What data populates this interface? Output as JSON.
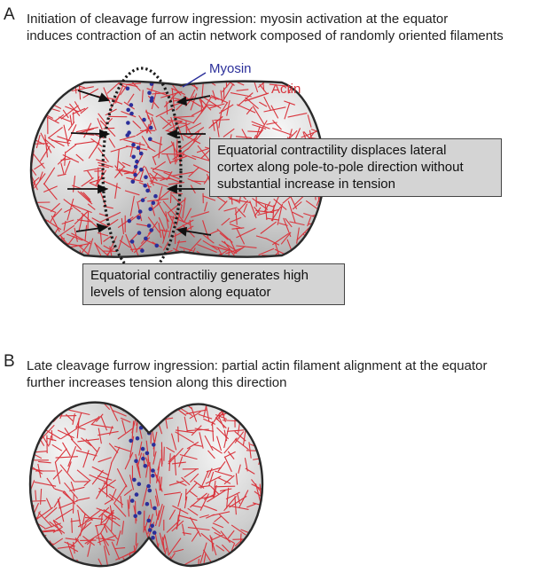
{
  "panel_a": {
    "letter": "A",
    "caption_lines": [
      "Initiation of cleavage furrow ingression: myosin activation at the equator",
      "induces contraction of an actin network composed of randomly oriented filaments"
    ],
    "label_myosin": "Myosin",
    "label_actin": "Actin",
    "callout_right_lines": [
      "Equatorial contractility displaces lateral",
      "cortex along pole-to-pole direction without",
      "substantial increase in tension"
    ],
    "callout_bottom_lines": [
      "Equatorial contractiliy generates high",
      "levels of tension along equator"
    ]
  },
  "panel_b": {
    "letter": "B",
    "caption_lines": [
      "Late cleavage furrow ingression: partial actin filament alignment at the equator",
      "further increases tension along this direction"
    ]
  },
  "colors": {
    "actin": "#d9343c",
    "myosin": "#2b2f9a",
    "cell_fill_light": "#f4f4f4",
    "cell_fill_dark": "#a9a9a9",
    "callout_fill": "#d4d4d4"
  }
}
